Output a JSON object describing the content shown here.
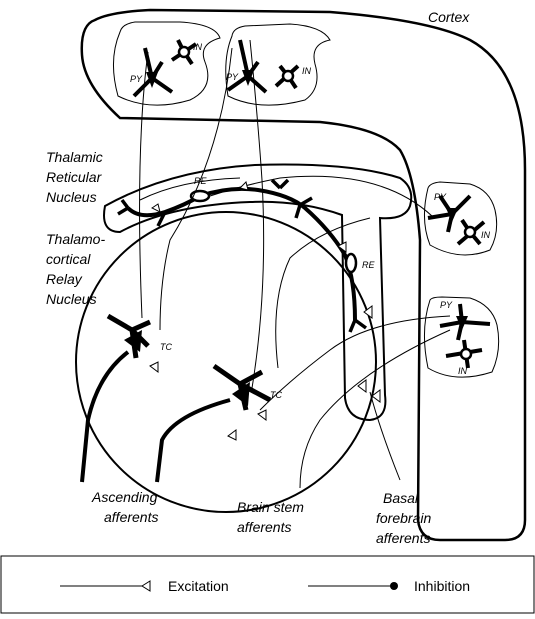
{
  "regions": {
    "cortex": "Cortex",
    "reticular": [
      "Thalamic",
      "Reticular",
      "Nucleus"
    ],
    "relay": [
      "Thalamo-",
      "cortical",
      "Relay",
      "Nucleus"
    ]
  },
  "cells": {
    "py": "PY",
    "in": "IN",
    "re": "RE",
    "tc": "TC"
  },
  "afferents": {
    "ascending": [
      "Ascending",
      "afferents"
    ],
    "brainstem": [
      "Brain stem",
      "afferents"
    ],
    "basal": [
      "Basal",
      "forebrain",
      "afferents"
    ]
  },
  "legend": {
    "excitation": "Excitation",
    "inhibition": "Inhibition"
  }
}
